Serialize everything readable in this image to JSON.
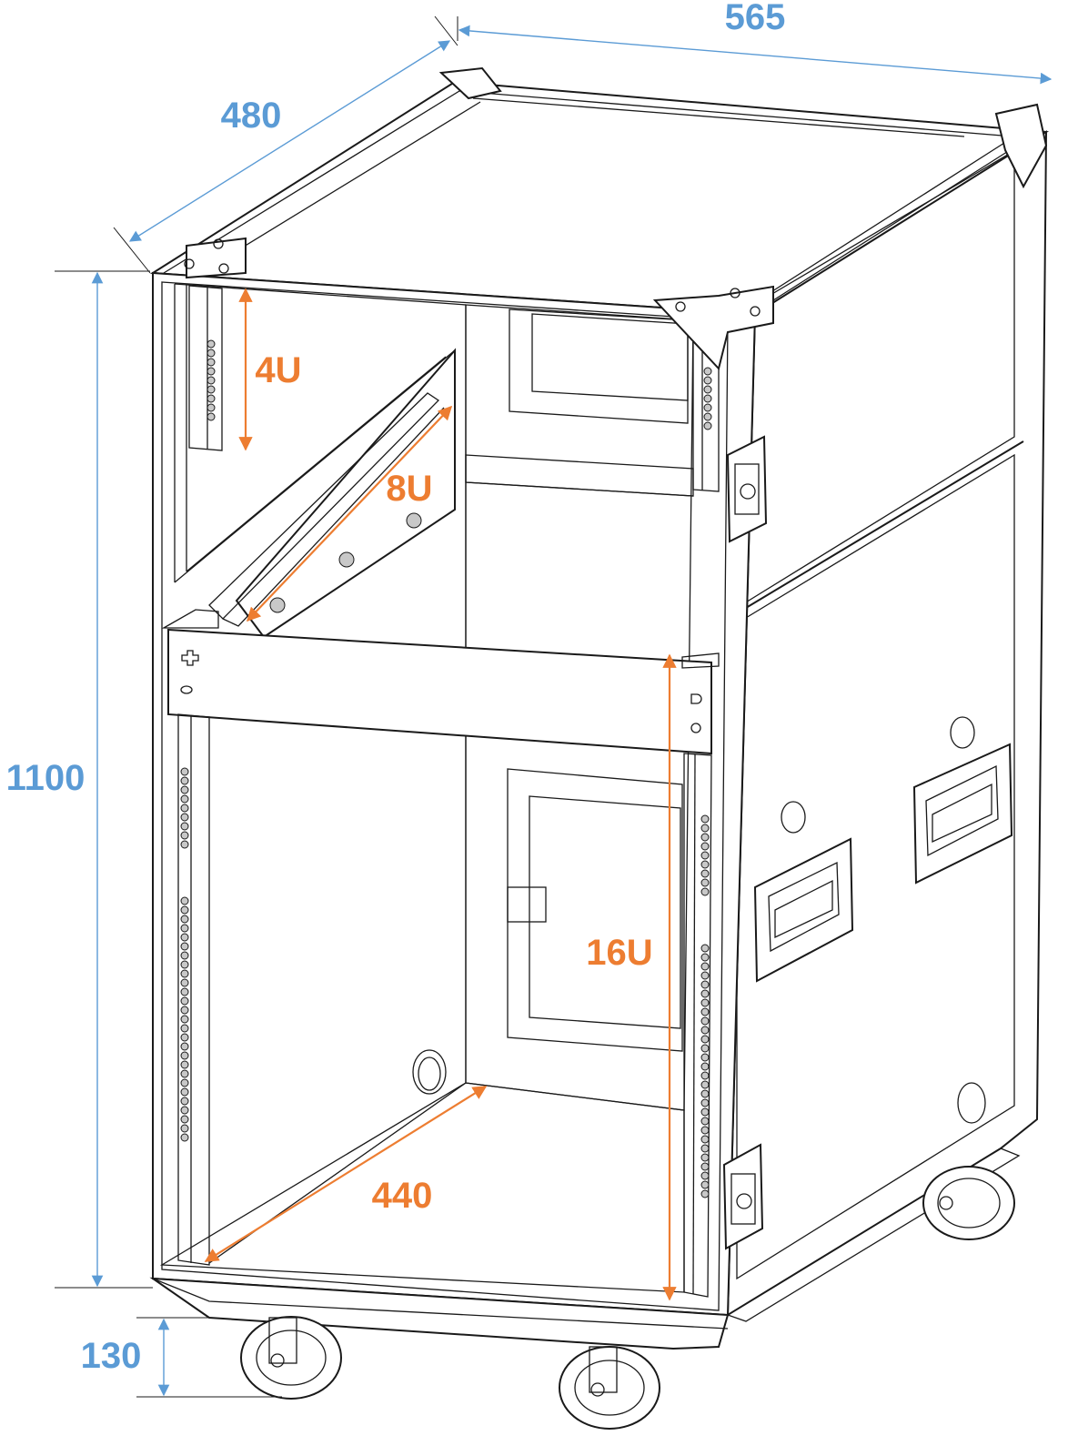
{
  "dimensions": {
    "depth_top": "565",
    "width_top": "480",
    "height_body": "1100",
    "height_wheels": "130",
    "upper_rack": "4U",
    "slanted_rack": "8U",
    "main_rack": "16U",
    "inner_width": "440"
  },
  "colors": {
    "outer_dimension": "#5b9bd5",
    "rack_dimension": "#ed7d31",
    "outline": "#1a1a1a"
  }
}
